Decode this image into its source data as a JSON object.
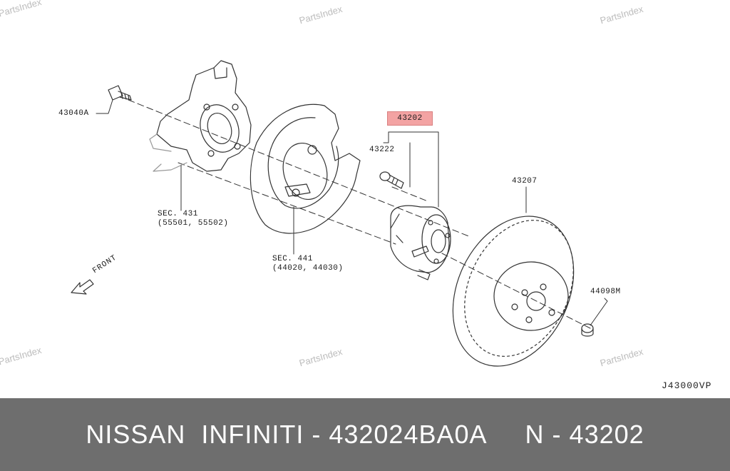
{
  "watermarks": [
    "PartsIndex",
    "PartsIndex",
    "PartsIndex",
    "PartsIndex",
    "PartsIndex",
    "PartsIndex"
  ],
  "labels": {
    "bolt_43040a": "43040A",
    "sec431": "SEC. 431",
    "sec431_parts": "(55501, 55502)",
    "sec441": "SEC. 441",
    "sec441_parts": "(44020, 44030)",
    "hub_43202": "43202",
    "bolt_43222": "43222",
    "rotor_43207": "43207",
    "nut_44098m": "44098M",
    "front": "FRONT"
  },
  "diagram_code": "J43000VP",
  "footer": {
    "text": "NISSAN  INFINITI - 432024BA0A     N - 43202",
    "background": "#6e6e6e"
  },
  "colors": {
    "highlight": "#f3a3a3",
    "line": "#333333",
    "watermark": "#bcbcbc"
  }
}
